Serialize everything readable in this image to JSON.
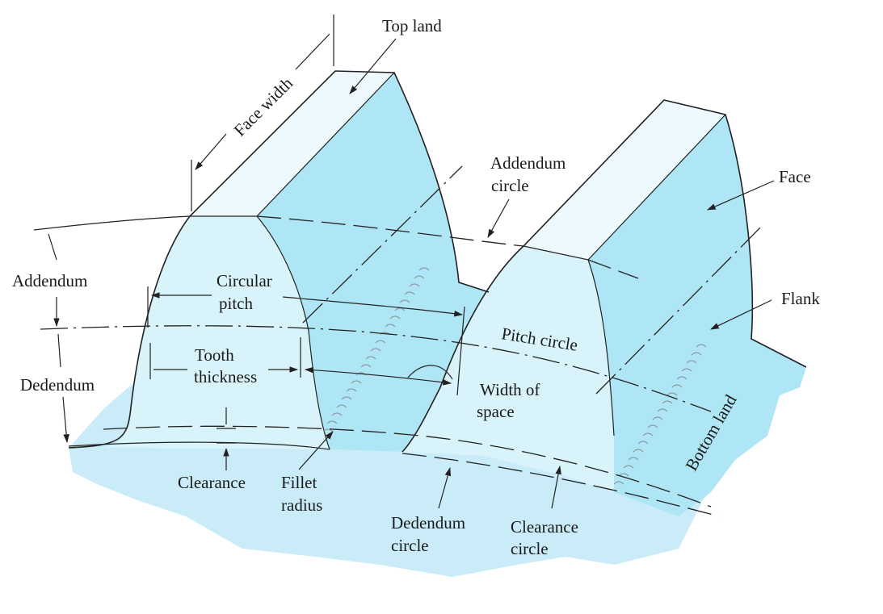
{
  "colors": {
    "base": "#c9ecf8",
    "tooth_front": "#d9f3fb",
    "tooth_flank": "#aee6f6",
    "top_land": "#eef9fd",
    "line": "#222222"
  },
  "labels": {
    "top_land": "Top land",
    "face_width": "Face width",
    "addendum_circle": [
      "Addendum",
      "circle"
    ],
    "face": "Face",
    "flank": "Flank",
    "addendum": "Addendum",
    "circular_pitch": [
      "Circular",
      "pitch"
    ],
    "pitch_circle": "Pitch circle",
    "tooth_thickness": [
      "Tooth",
      "thickness"
    ],
    "dedendum": "Dedendum",
    "width_of_space": [
      "Width of",
      "space"
    ],
    "bottom_land": "Bottom land",
    "clearance": "Clearance",
    "fillet_radius": [
      "Fillet",
      "radius"
    ],
    "dedendum_circle": [
      "Dedendum",
      "circle"
    ],
    "clearance_circle": [
      "Clearance",
      "circle"
    ]
  }
}
